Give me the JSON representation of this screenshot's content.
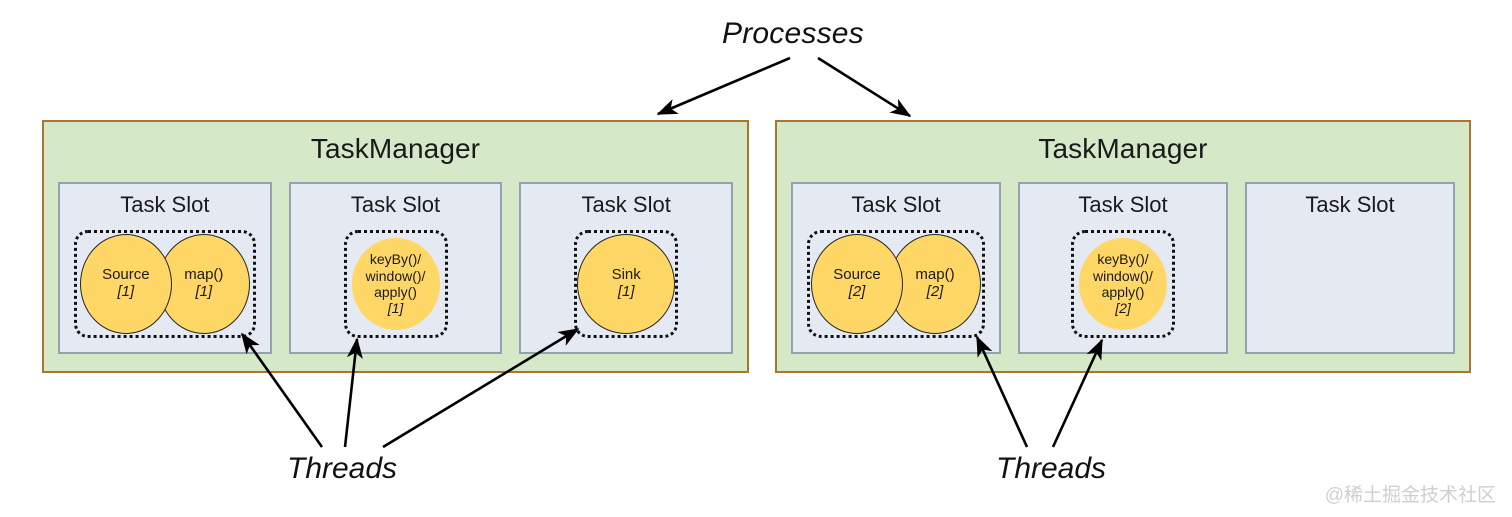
{
  "annotations": {
    "processes": "Processes",
    "threads_left": "Threads",
    "threads_right": "Threads"
  },
  "watermark": "@稀土掘金技术社区",
  "colors": {
    "taskmanager_fill": "#d5e8c8",
    "taskmanager_border": "#a9762c",
    "task_slot_fill": "#e4e9f2",
    "task_slot_border": "#93a3ae",
    "operator_fill": "#ffd766",
    "operator_border": "#262626",
    "thread_box_border": "#111111",
    "arrow": "#000000",
    "watermark": "#cfcfcf"
  },
  "taskmanagers": [
    {
      "title": "TaskManager",
      "slots": [
        {
          "title": "Task Slot",
          "empty": false,
          "thread_box": "wide",
          "operators": [
            {
              "name": "Source",
              "index": "[1]"
            },
            {
              "name": "map()",
              "index": "[1]"
            }
          ]
        },
        {
          "title": "Task Slot",
          "empty": false,
          "thread_box": "narrow",
          "operators": [
            {
              "name": "keyBy()/\nwindow()/\napply()",
              "index": "[1]"
            }
          ]
        },
        {
          "title": "Task Slot",
          "empty": false,
          "thread_box": "narrow",
          "operators": [
            {
              "name": "Sink",
              "index": "[1]"
            }
          ]
        }
      ]
    },
    {
      "title": "TaskManager",
      "slots": [
        {
          "title": "Task Slot",
          "empty": false,
          "thread_box": "wide",
          "operators": [
            {
              "name": "Source",
              "index": "[2]"
            },
            {
              "name": "map()",
              "index": "[2]"
            }
          ]
        },
        {
          "title": "Task Slot",
          "empty": false,
          "thread_box": "narrow",
          "operators": [
            {
              "name": "keyBy()/\nwindow()/\napply()",
              "index": "[2]"
            }
          ]
        },
        {
          "title": "Task Slot",
          "empty": true,
          "thread_box": null,
          "operators": []
        }
      ]
    }
  ]
}
